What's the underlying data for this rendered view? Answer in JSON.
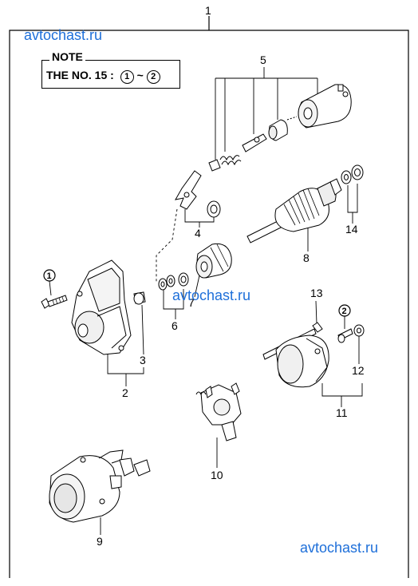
{
  "note": {
    "title": "NOTE",
    "text_prefix": "THE NO. 15 :",
    "range_start": "1",
    "range_sep": "~",
    "range_end": "2"
  },
  "callouts": {
    "c1": "1",
    "c2": "2",
    "c3": "3",
    "c4": "4",
    "c5": "5",
    "c6": "6",
    "c7": "7",
    "c8": "8",
    "c9": "9",
    "c10": "10",
    "c11": "11",
    "c12": "12",
    "c13": "13",
    "c14": "14"
  },
  "circled": {
    "ref1": "1",
    "ref2": "2"
  },
  "watermarks": {
    "top": "avtochast.ru",
    "middle": "avtochast.ru",
    "bottom": "avtochast.ru"
  },
  "colors": {
    "watermark": "#1e6fd9",
    "line": "#000000"
  }
}
